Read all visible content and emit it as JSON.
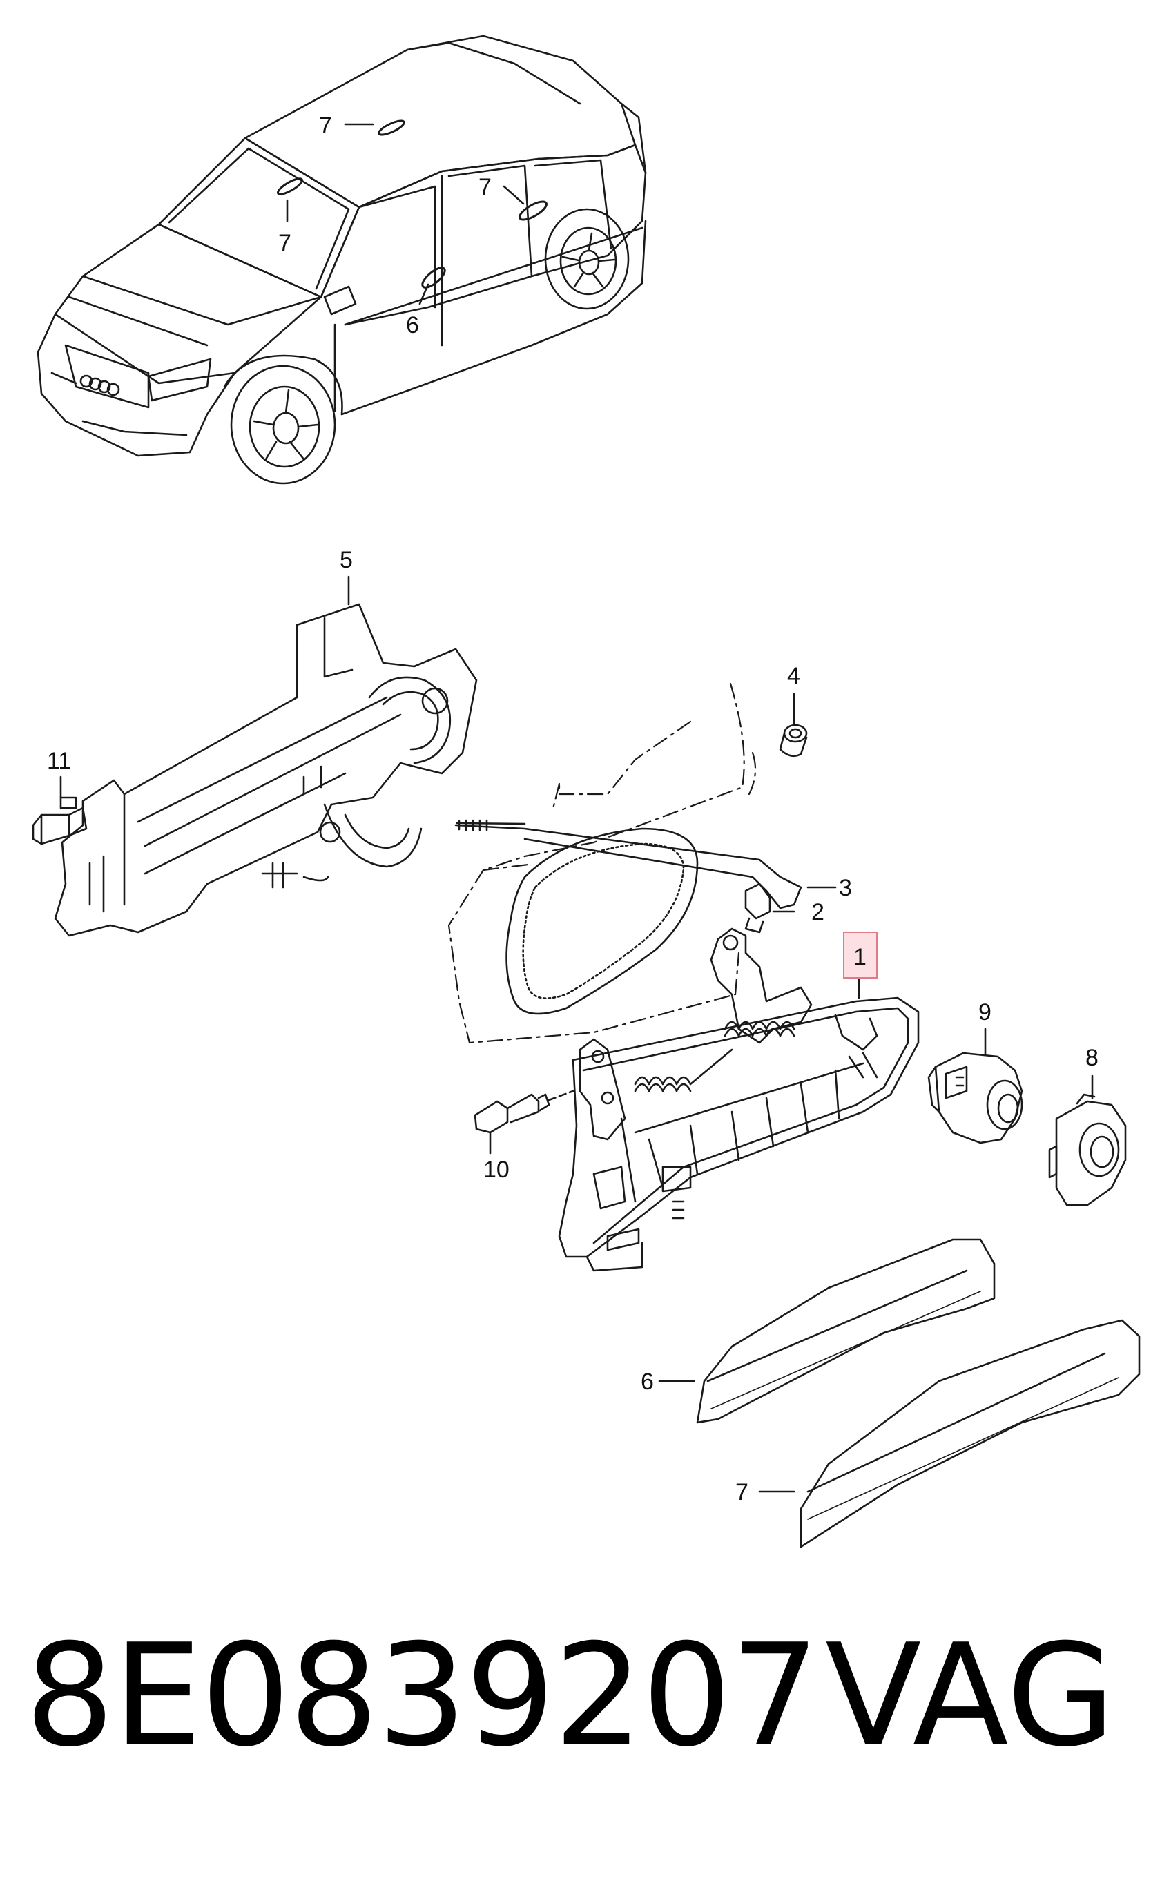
{
  "callouts": {
    "roof_7": "7",
    "windshield_7": "7",
    "rear_door_7": "7",
    "front_door_6": "6",
    "c1": "1",
    "c2": "2",
    "c3": "3",
    "c4": "4",
    "c5": "5",
    "c6": "6",
    "c7": "7",
    "c8": "8",
    "c9": "9",
    "c10": "10",
    "c11": "11"
  },
  "footer": {
    "part_number": "8E0839207",
    "brand": "VAG"
  },
  "colors": {
    "line": "#1a1a1a",
    "highlight_fill": "#fde0e4",
    "highlight_stroke": "#e07a86"
  }
}
